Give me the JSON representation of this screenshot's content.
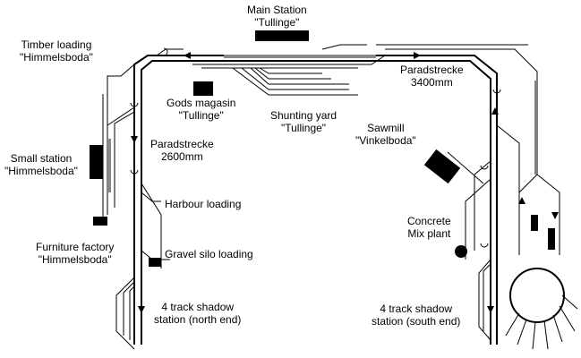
{
  "labels": {
    "main_station": {
      "name": "Main Station",
      "sub": "\"Tullinge\""
    },
    "timber_loading": {
      "name": "Timber loading",
      "sub": "\"Himmelsboda\""
    },
    "paradstrecke_east": {
      "name": "Paradstrecke",
      "sub": "3400mm"
    },
    "gods_magasin": {
      "name": "Gods magasin",
      "sub": "\"Tullinge\""
    },
    "shunting_yard": {
      "name": "Shunting yard",
      "sub": "\"Tullinge\""
    },
    "paradstrecke_west": {
      "name": "Paradstrecke",
      "sub": "2600mm"
    },
    "small_station": {
      "name": "Small station",
      "sub": "\"Himmelsboda\""
    },
    "sawmill": {
      "name": "Sawmill",
      "sub": "\"Vinkelboda\""
    },
    "harbour_loading": {
      "name": "Harbour loading"
    },
    "concrete": {
      "name": "Concrete",
      "sub": "Mix plant"
    },
    "furniture": {
      "name": "Furniture factory",
      "sub": "\"Himmelsboda\""
    },
    "gravel": {
      "name": "Gravel silo loading"
    },
    "shadow_north": {
      "name": "4 track shadow",
      "sub": "station (north end)"
    },
    "shadow_south": {
      "name": "4 track shadow",
      "sub": "station (south end)"
    }
  },
  "colors": {
    "track": "#000000",
    "platform": "#888888",
    "background": "#ffffff"
  }
}
